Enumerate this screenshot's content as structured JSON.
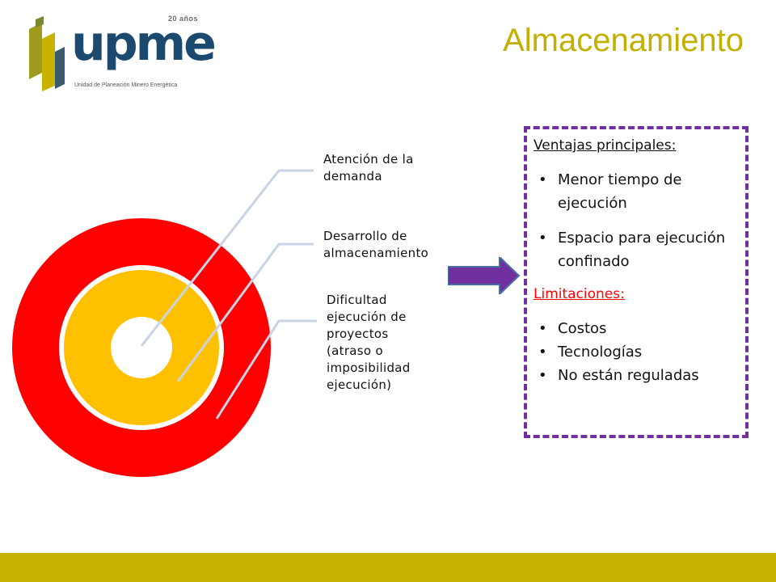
{
  "logo": {
    "wordmark": "upme",
    "years": "20 años",
    "subtitle": "Unidad de Planeación Minero Energética"
  },
  "slide": {
    "title": "Almacenamiento"
  },
  "diagram": {
    "labels": [
      {
        "text": "Atención de la demanda"
      },
      {
        "text": "Desarrollo de almacenamiento"
      },
      {
        "text": "Dificultad ejecución de proyectos (atraso o imposibilidad ejecución)"
      }
    ]
  },
  "panel": {
    "advantages_heading": "Ventajas principales:",
    "advantages": [
      "Menor tiempo de ejecución",
      "Espacio para ejecución confinado"
    ],
    "limitations_heading": "Limitaciones:",
    "limitations": [
      "Costos",
      "Tecnologías",
      "No están reguladas"
    ],
    "bullet": "•"
  },
  "colors": {
    "title": "#c2b000",
    "outer_ring": "#ff0000",
    "middle_ring": "#ffc000",
    "arrow": "#7030a0",
    "panel_border": "#7030a0",
    "bottom_bar": "#c5b300",
    "logo_blue": "#1c4a6e"
  }
}
